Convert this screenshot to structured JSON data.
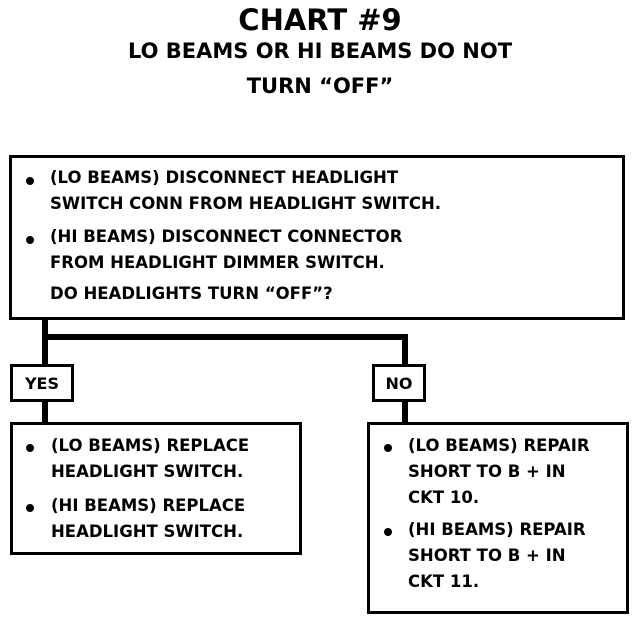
{
  "title": {
    "line1": "CHART #9",
    "line2": "LO BEAMS OR HI BEAMS DO NOT",
    "line3": "TURN “OFF”"
  },
  "question_box": {
    "item1_line1": "(LO BEAMS) DISCONNECT HEADLIGHT",
    "item1_line2": "SWITCH CONN FROM HEADLIGHT SWITCH.",
    "item2_line1": "(HI BEAMS) DISCONNECT CONNECTOR",
    "item2_line2": "FROM HEADLIGHT DIMMER SWITCH.",
    "question": "DO HEADLIGHTS TURN “OFF”?"
  },
  "yes_label": "YES",
  "no_label": "NO",
  "yes_box": {
    "item1_line1": "(LO BEAMS) REPLACE",
    "item1_line2": "HEADLIGHT SWITCH.",
    "item2_line1": "(HI BEAMS) REPLACE",
    "item2_line2": "HEADLIGHT SWITCH."
  },
  "no_box": {
    "item1_line1": "(LO BEAMS) REPAIR",
    "item1_line2": "SHORT TO B + IN",
    "item1_line3": "CKT 10.",
    "item2_line1": "(HI BEAMS) REPAIR",
    "item2_line2": "SHORT TO B + IN",
    "item2_line3": "CKT 11."
  }
}
